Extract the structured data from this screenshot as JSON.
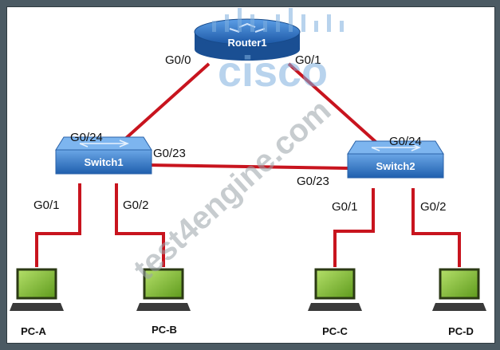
{
  "watermark": {
    "brand": "cisco",
    "site": "test4engine.com",
    "brand_icon": "cisco-bars-logo"
  },
  "devices": {
    "router": "Router1",
    "switch1": "Switch1",
    "switch2": "Switch2",
    "pcs": [
      "PC-A",
      "PC-B",
      "PC-C",
      "PC-D"
    ]
  },
  "interfaces": {
    "router_left": "G0/0",
    "router_right": "G0/1",
    "s1_uplink": "G0/24",
    "s1_trunk": "G0/23",
    "s1_port1": "G0/1",
    "s1_port2": "G0/2",
    "s2_uplink": "G0/24",
    "s2_trunk": "G0/23",
    "s2_port1": "G0/1",
    "s2_port2": "G0/2"
  },
  "colors": {
    "link": "#c8141e",
    "device_blue": "#2e78c4",
    "pc_green": "#8cc63f",
    "watermark": "#7fb0e0"
  }
}
